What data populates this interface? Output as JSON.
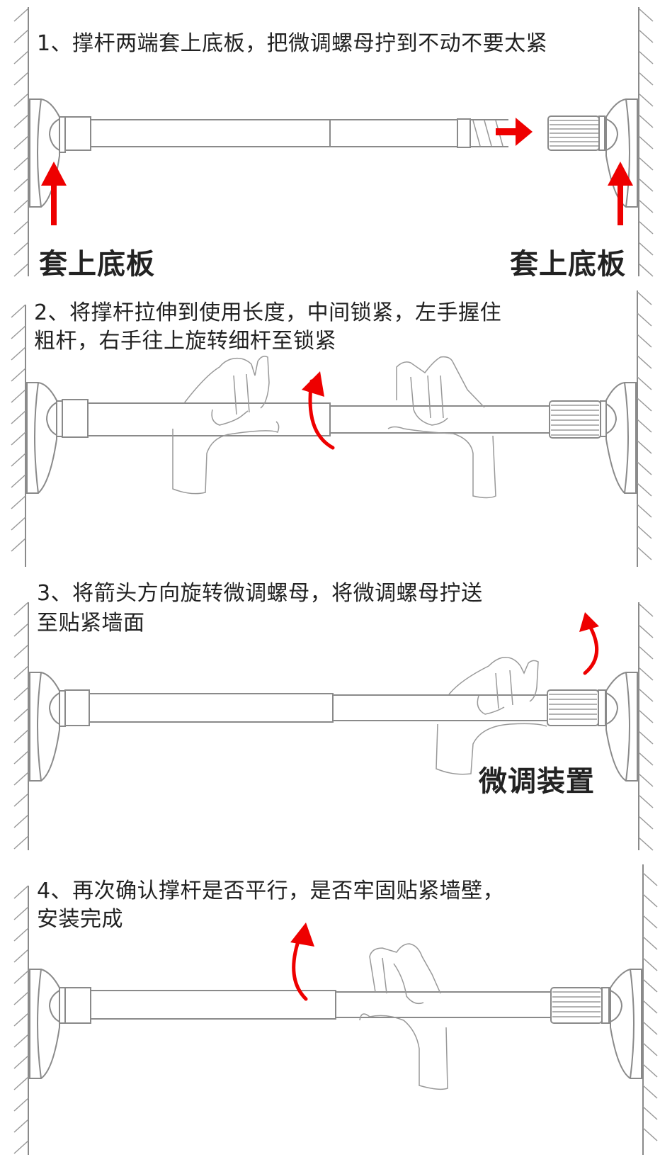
{
  "diagram": {
    "type": "installation-instructions",
    "subject": "tension rod (撑杆) installation",
    "colors": {
      "arrow": "#ee0000",
      "line_art": "#8a8a8a",
      "text": "#222222",
      "background": "#ffffff"
    }
  },
  "steps": [
    {
      "number": "1",
      "text_lines": [
        "1、撑杆两端套上底板，把微调螺母拧到不动不要太紧"
      ],
      "labels": {
        "left": "套上底板",
        "right": "套上底板"
      },
      "arrows": [
        "up-arrow-left-base",
        "right-arrow-to-nut",
        "up-arrow-right-base"
      ]
    },
    {
      "number": "2",
      "text_lines": [
        "2、将撑杆拉伸到使用长度，中间锁紧，左手握住",
        "粗杆，右手往上旋转细杆至锁紧"
      ],
      "arrows": [
        "curved-rotate-arrow-center"
      ]
    },
    {
      "number": "3",
      "text_lines": [
        "3、将箭头方向旋转微调螺母，将微调螺母拧送",
        "至贴紧墙面"
      ],
      "labels": {
        "device": "微调装置"
      },
      "arrows": [
        "curved-rotate-arrow-nut"
      ]
    },
    {
      "number": "4",
      "text_lines": [
        "4、再次确认撑杆是否平行，是否牢固贴紧墙壁，",
        "安装完成"
      ],
      "arrows": [
        "curved-rotate-arrow-center"
      ]
    }
  ]
}
